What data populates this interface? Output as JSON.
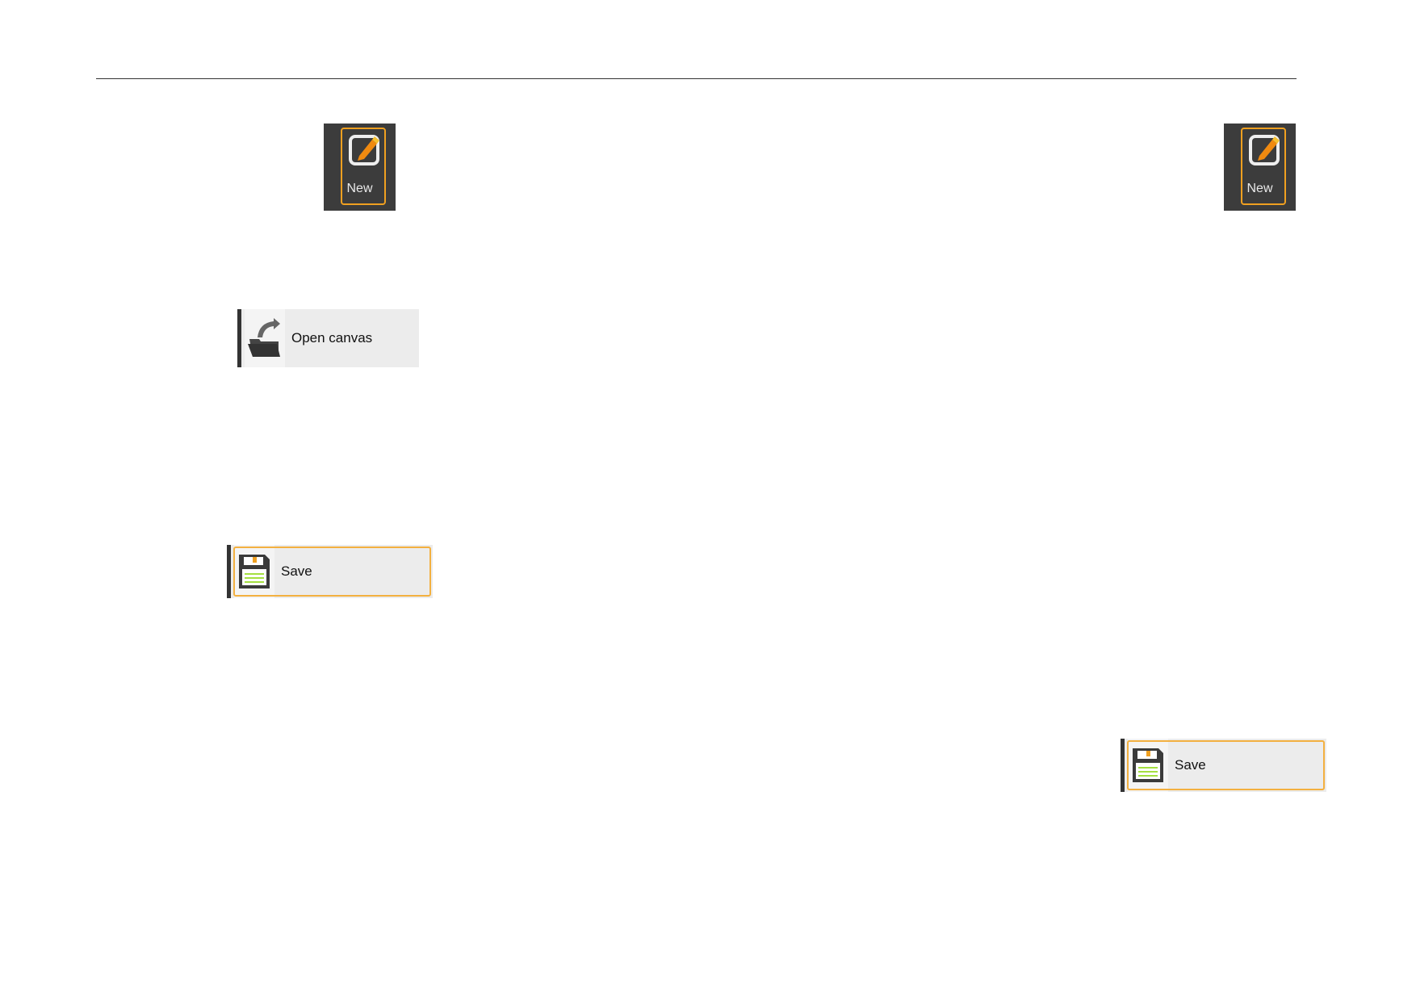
{
  "new_button": {
    "label": "New",
    "icon": "pencil-edit-icon"
  },
  "open_button": {
    "label": "Open canvas",
    "icon": "open-folder-icon"
  },
  "save_button": {
    "label": "Save",
    "icon": "floppy-disk-icon"
  },
  "colors": {
    "accent": "#f0a020",
    "tile_bg": "#3c3c3c",
    "button_bg": "#ececec"
  }
}
